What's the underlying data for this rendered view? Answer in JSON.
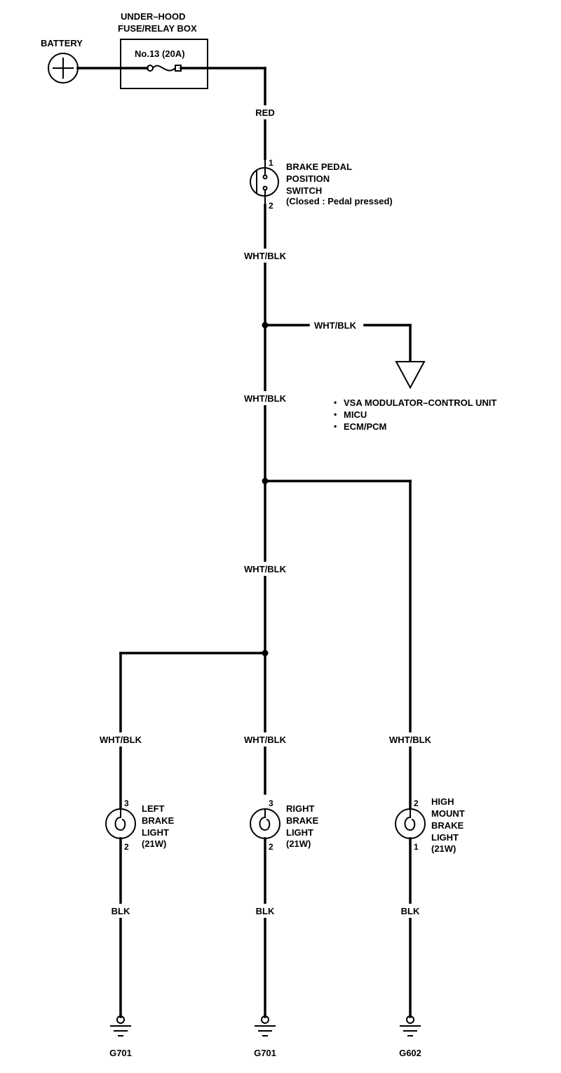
{
  "battery": {
    "label": "BATTERY",
    "symbol": "+"
  },
  "fuse_box": {
    "title_line1": "UNDER–HOOD",
    "title_line2": "FUSE/RELAY BOX",
    "fuse": "No.13 (20A)"
  },
  "wires": {
    "red": "RED",
    "wht_blk": "WHT/BLK",
    "blk": "BLK"
  },
  "switch": {
    "line1": "BRAKE PEDAL",
    "line2": "POSITION",
    "line3": "SWITCH",
    "line4": "(Closed : Pedal pressed)",
    "pin_in": "1",
    "pin_out": "2"
  },
  "signal_destinations": [
    "VSA MODULATOR–CONTROL UNIT",
    "MICU",
    "ECM/PCM"
  ],
  "bullet": "•",
  "lights": [
    {
      "line1": "LEFT",
      "line2": "BRAKE",
      "line3": "LIGHT",
      "line4": "(21W)",
      "pin_top": "3",
      "pin_bottom": "2",
      "ground": "G701"
    },
    {
      "line1": "RIGHT",
      "line2": "BRAKE",
      "line3": "LIGHT",
      "line4": "(21W)",
      "pin_top": "3",
      "pin_bottom": "2",
      "ground": "G701"
    },
    {
      "line1": "HIGH",
      "line2": "MOUNT",
      "line3": "BRAKE",
      "line4": "LIGHT",
      "line5": "(21W)",
      "pin_top": "2",
      "pin_bottom": "1",
      "ground": "G602"
    }
  ]
}
